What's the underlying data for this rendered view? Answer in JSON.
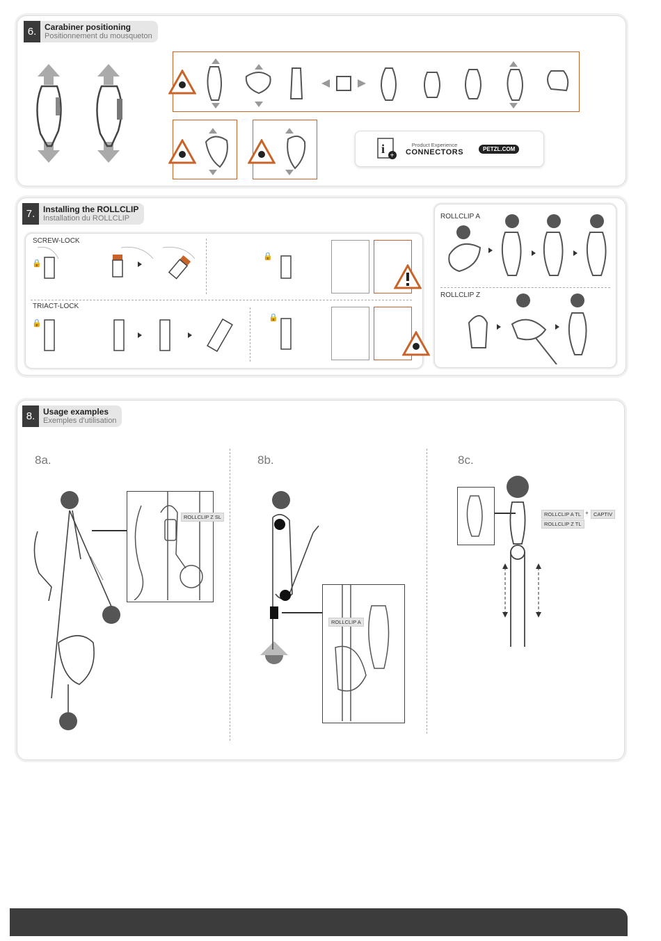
{
  "section6": {
    "number": "6.",
    "title": "Carabiner positioning",
    "subtitle": "Positionnement du mousqueton"
  },
  "product_card": {
    "pre": "Product Experience",
    "title": "CONNECTORS",
    "url": "PETZL.COM",
    "icon": "info-plus-icon"
  },
  "section7": {
    "number": "7.",
    "title": "Installing the ROLLCLIP",
    "subtitle": "Installation du ROLLCLIP",
    "screw_lock": "SCREW-LOCK",
    "triact_lock": "TRIACT-LOCK",
    "rollclip_a": "ROLLCLIP A",
    "rollclip_z": "ROLLCLIP Z"
  },
  "section8": {
    "number": "8.",
    "title": "Usage examples",
    "subtitle": "Exemples d'utilisation",
    "label_a": "8a.",
    "label_b": "8b.",
    "label_c": "8c.",
    "tag_z_sl": "ROLLCLIP Z SL",
    "tag_a": "ROLLCLIP A",
    "tag_a_tl": "ROLLCLIP A TL",
    "plus": "+",
    "tag_captiv": "CAPTIV",
    "tag_z_tl": "ROLLCLIP Z TL"
  },
  "colors": {
    "accent": "#c8642a",
    "dark": "#3a3a3a",
    "panel_border": "#dcdcdc"
  }
}
